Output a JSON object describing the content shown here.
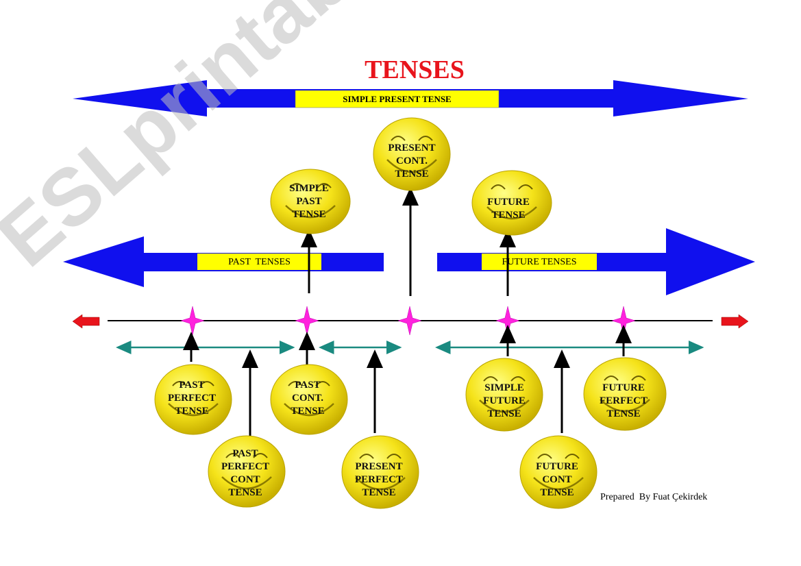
{
  "title": "TENSES",
  "credit": "Prepared  By Fuat Çekirdek",
  "watermark": "ESLprintables.com",
  "banners": {
    "simple_present": "SIMPLE PRESENT TENSE",
    "past": "PAST  TENSES",
    "future": "FUTURE TENSES"
  },
  "faces": {
    "present_cont": "PRESENT\nCONT.\nTENSE",
    "simple_past": "SIMPLE\nPAST\nTENSE",
    "future": "FUTURE\nTENSE",
    "past_perfect": "PAST\nPERFECT\nTENSE",
    "past_cont": "PAST\nCONT.\nTENSE",
    "past_perfect_cont": "PAST\nPERFECT\nCONT\nTENSE",
    "present_perfect": "PRESENT\nPERFECT\nTENSE",
    "simple_future": "SIMPLE\nFUTURE\nTENSE",
    "future_perfect": "FUTURE\nFERFECT\nTENSE",
    "future_cont": "FUTURE\nCONT\nTENSE"
  },
  "colors": {
    "title": "#e8141c",
    "arrow_blue": "#1010ee",
    "banner_yellow": "#ffff00",
    "star_magenta": "#ff22dd",
    "teal": "#1a8a80",
    "red_arrow": "#e8141c",
    "face_yellow": "#f5e31a"
  }
}
